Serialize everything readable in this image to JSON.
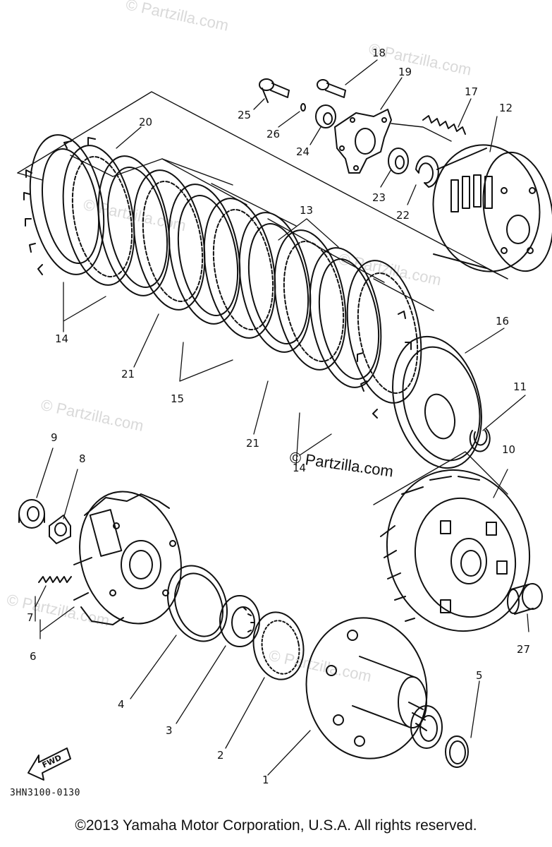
{
  "diagram": {
    "watermark": "© Partzilla.com",
    "center_watermark": "© Partzilla.com",
    "direction_label": "FWD",
    "diagram_code": "3HN3100-0130",
    "copyright": "©2013 Yamaha Motor Corporation, U.S.A. All rights reserved.",
    "callouts": {
      "c1": "1",
      "c2": "2",
      "c3": "3",
      "c4": "4",
      "c5": "5",
      "c6": "6",
      "c7": "7",
      "c8": "8",
      "c9": "9",
      "c10": "10",
      "c11": "11",
      "c12": "12",
      "c13": "13",
      "c14a": "14",
      "c14b": "14",
      "c15": "15",
      "c16": "16",
      "c17": "17",
      "c18": "18",
      "c19": "19",
      "c20": "20",
      "c21a": "21",
      "c21b": "21",
      "c22": "22",
      "c23": "23",
      "c24": "24",
      "c25": "25",
      "c26": "26",
      "c27": "27"
    }
  }
}
